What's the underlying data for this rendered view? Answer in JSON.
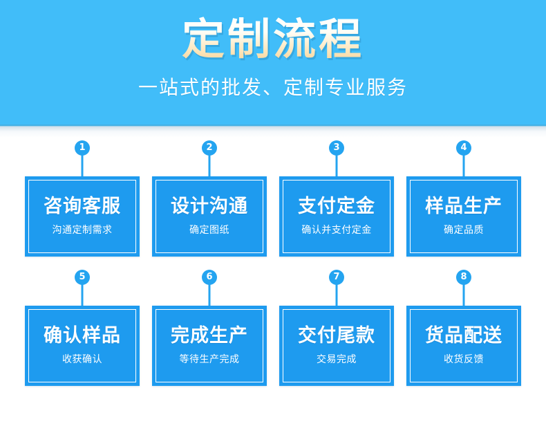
{
  "header": {
    "title": "定制流程",
    "subtitle": "一站式的批发、定制专业服务",
    "background_color": "#41bdf9",
    "title_gradient_top": "#ffffff",
    "title_gradient_bottom": "#f6d296",
    "subtitle_color": "#ffffff"
  },
  "theme": {
    "card_color": "#1e9bef",
    "badge_color": "#24a4f0",
    "card_border_color": "#ffffff",
    "text_color": "#ffffff"
  },
  "steps": [
    {
      "number": "1",
      "title": "咨询客服",
      "subtitle": "沟通定制需求"
    },
    {
      "number": "2",
      "title": "设计沟通",
      "subtitle": "确定图纸"
    },
    {
      "number": "3",
      "title": "支付定金",
      "subtitle": "确认并支付定金"
    },
    {
      "number": "4",
      "title": "样品生产",
      "subtitle": "确定品质"
    },
    {
      "number": "5",
      "title": "确认样品",
      "subtitle": "收获确认"
    },
    {
      "number": "6",
      "title": "完成生产",
      "subtitle": "等待生产完成"
    },
    {
      "number": "7",
      "title": "交付尾款",
      "subtitle": "交易完成"
    },
    {
      "number": "8",
      "title": "货品配送",
      "subtitle": "收货反馈"
    }
  ]
}
